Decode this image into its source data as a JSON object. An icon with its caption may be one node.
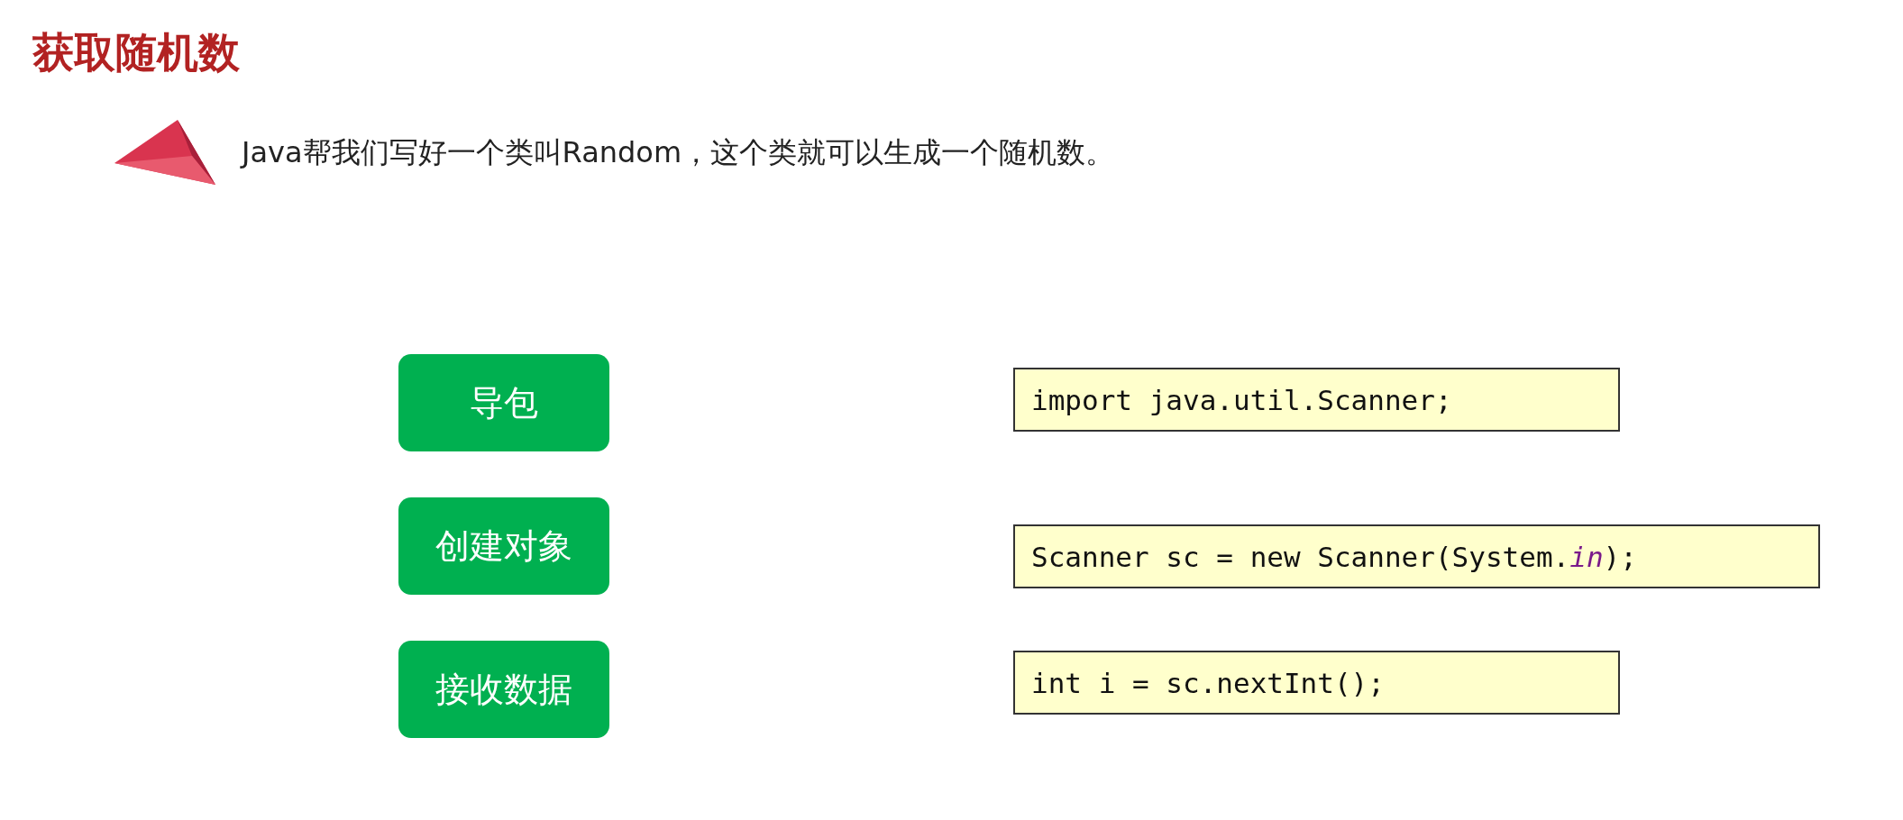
{
  "diagram": {
    "title": "获取随机数",
    "nodes": [
      {
        "text": [
          "导包"
        ]
      },
      {
        "text": [
          "创建对象"
        ]
      },
      {
        "text": [
          "接收数据"
        ]
      },
      {
        "text": [
          "import java.util.Scanner;"
        ]
      },
      {
        "text": [
          "Scanner sc = new Scanner(System.*in*);"
        ]
      },
      {
        "text": [
          "int i = sc.nextInt();"
        ]
      }
    ],
    "labels": [
      "Java帮我们写好一个类叫Random，这个类就可以生成一个随机数。"
    ]
  }
}
